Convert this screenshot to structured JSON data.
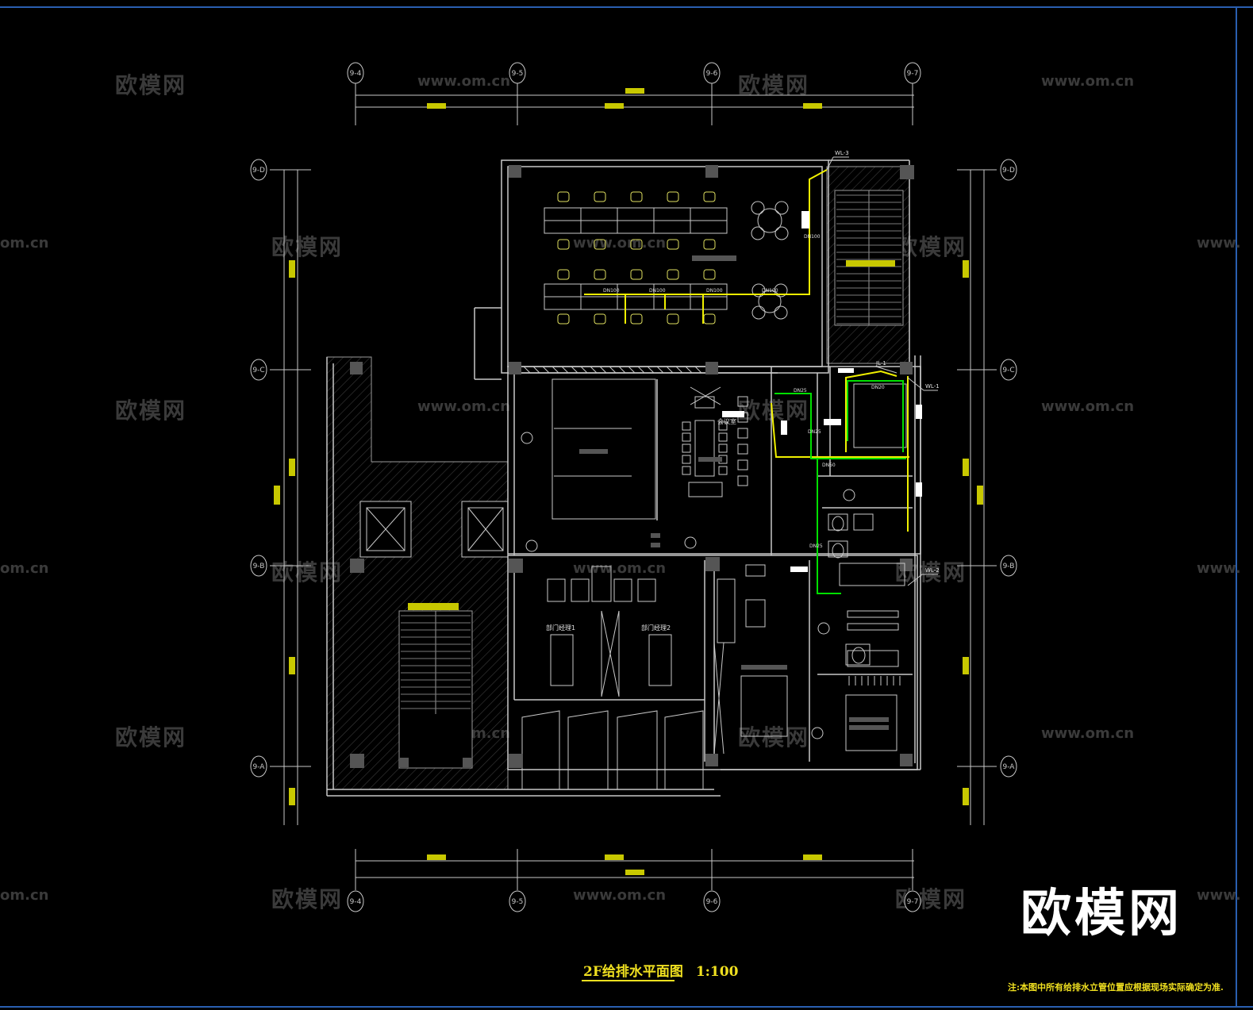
{
  "drawing": {
    "title": "2F给排水平面图",
    "scale": "1:100",
    "note": "注:本图中所有给排水立管位置应根据现场实际确定为准."
  },
  "watermarks": {
    "brand_cn": "欧模网",
    "url": "www.om.cn",
    "url_cut": "om.cn",
    "url_cut2": "www."
  },
  "grid_labels": {
    "vertical": [
      "9-4",
      "9-5",
      "9-6",
      "9-7"
    ],
    "horizontal": [
      "9-D",
      "9-C",
      "9-B",
      "9-A"
    ]
  },
  "pipe_labels": {
    "risers": [
      "WL-3",
      "JL-1",
      "WL-1",
      "WL-2"
    ],
    "sizes": [
      "DN100",
      "DN100",
      "DN100",
      "DN100",
      "DN100",
      "DN25",
      "DN20",
      "DN50",
      "DN25",
      "DN25"
    ]
  },
  "room_labels": {
    "meeting": "会议室",
    "manager_1": "部门经理1",
    "manager_2": "部门经理2"
  },
  "colors": {
    "background": "#000000",
    "wall": "#c8c8c8",
    "drain_pipe": "#f0f000",
    "supply_pipe": "#00e000",
    "dimension": "#f0f000",
    "frame": "#2a5fb0",
    "watermark": "#3a3a3a"
  }
}
